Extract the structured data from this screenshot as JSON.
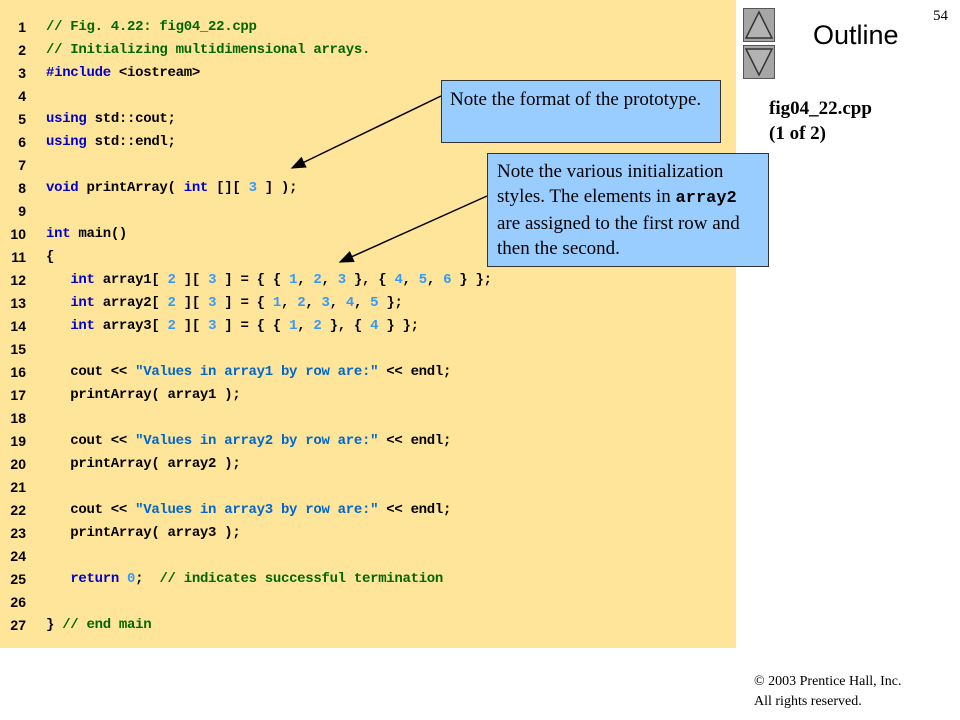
{
  "page_number": "54",
  "outline": {
    "title": "Outline",
    "up_icon": "triangle-up-icon",
    "down_icon": "triangle-down-icon"
  },
  "slide_label": {
    "file": "fig04_22.cpp",
    "part": "(1 of 2)"
  },
  "callouts": {
    "prototype": "Note the format of the prototype.",
    "init": {
      "before": "Note the various initialization styles. The elements in ",
      "code": "array2",
      "after": " are assigned to the first row and then the second."
    }
  },
  "copyright": {
    "line1": "© 2003 Prentice Hall, Inc.",
    "line2": "All rights reserved."
  },
  "code_lines": [
    {
      "n": "1",
      "tokens": [
        [
          "c",
          "// Fig. 4.22: fig04_22.cpp"
        ]
      ]
    },
    {
      "n": "2",
      "tokens": [
        [
          "c",
          "// Initializing multidimensional arrays."
        ]
      ]
    },
    {
      "n": "3",
      "tokens": [
        [
          "k",
          "#include"
        ],
        [
          "p",
          " <iostream>"
        ]
      ]
    },
    {
      "n": "4",
      "tokens": []
    },
    {
      "n": "5",
      "tokens": [
        [
          "k",
          "using"
        ],
        [
          "p",
          " std::cout;"
        ]
      ]
    },
    {
      "n": "6",
      "tokens": [
        [
          "k",
          "using"
        ],
        [
          "p",
          " std::endl;"
        ]
      ]
    },
    {
      "n": "7",
      "tokens": []
    },
    {
      "n": "8",
      "tokens": [
        [
          "k",
          "void"
        ],
        [
          "p",
          " printArray( "
        ],
        [
          "k",
          "int"
        ],
        [
          "p",
          " [][ "
        ],
        [
          "n",
          "3"
        ],
        [
          "p",
          " ] );"
        ]
      ]
    },
    {
      "n": "9",
      "tokens": []
    },
    {
      "n": "10",
      "tokens": [
        [
          "k",
          "int"
        ],
        [
          "p",
          " main()"
        ]
      ]
    },
    {
      "n": "11",
      "tokens": [
        [
          "p",
          "{"
        ]
      ]
    },
    {
      "n": "12",
      "tokens": [
        [
          "p",
          "   "
        ],
        [
          "k",
          "int"
        ],
        [
          "p",
          " array1[ "
        ],
        [
          "n",
          "2"
        ],
        [
          "p",
          " ][ "
        ],
        [
          "n",
          "3"
        ],
        [
          "p",
          " ] = { { "
        ],
        [
          "n",
          "1"
        ],
        [
          "p",
          ", "
        ],
        [
          "n",
          "2"
        ],
        [
          "p",
          ", "
        ],
        [
          "n",
          "3"
        ],
        [
          "p",
          " }, { "
        ],
        [
          "n",
          "4"
        ],
        [
          "p",
          ", "
        ],
        [
          "n",
          "5"
        ],
        [
          "p",
          ", "
        ],
        [
          "n",
          "6"
        ],
        [
          "p",
          " } };"
        ]
      ]
    },
    {
      "n": "13",
      "tokens": [
        [
          "p",
          "   "
        ],
        [
          "k",
          "int"
        ],
        [
          "p",
          " array2[ "
        ],
        [
          "n",
          "2"
        ],
        [
          "p",
          " ][ "
        ],
        [
          "n",
          "3"
        ],
        [
          "p",
          " ] = { "
        ],
        [
          "n",
          "1"
        ],
        [
          "p",
          ", "
        ],
        [
          "n",
          "2"
        ],
        [
          "p",
          ", "
        ],
        [
          "n",
          "3"
        ],
        [
          "p",
          ", "
        ],
        [
          "n",
          "4"
        ],
        [
          "p",
          ", "
        ],
        [
          "n",
          "5"
        ],
        [
          "p",
          " };"
        ]
      ]
    },
    {
      "n": "14",
      "tokens": [
        [
          "p",
          "   "
        ],
        [
          "k",
          "int"
        ],
        [
          "p",
          " array3[ "
        ],
        [
          "n",
          "2"
        ],
        [
          "p",
          " ][ "
        ],
        [
          "n",
          "3"
        ],
        [
          "p",
          " ] = { { "
        ],
        [
          "n",
          "1"
        ],
        [
          "p",
          ", "
        ],
        [
          "n",
          "2"
        ],
        [
          "p",
          " }, { "
        ],
        [
          "n",
          "4"
        ],
        [
          "p",
          " } };"
        ]
      ]
    },
    {
      "n": "15",
      "tokens": []
    },
    {
      "n": "16",
      "tokens": [
        [
          "p",
          "   cout << "
        ],
        [
          "s",
          "\"Values in array1 by row are:\""
        ],
        [
          "p",
          " << endl;"
        ]
      ]
    },
    {
      "n": "17",
      "tokens": [
        [
          "p",
          "   printArray( array1 );"
        ]
      ]
    },
    {
      "n": "18",
      "tokens": []
    },
    {
      "n": "19",
      "tokens": [
        [
          "p",
          "   cout << "
        ],
        [
          "s",
          "\"Values in array2 by row are:\""
        ],
        [
          "p",
          " << endl;"
        ]
      ]
    },
    {
      "n": "20",
      "tokens": [
        [
          "p",
          "   printArray( array2 );"
        ]
      ]
    },
    {
      "n": "21",
      "tokens": []
    },
    {
      "n": "22",
      "tokens": [
        [
          "p",
          "   cout << "
        ],
        [
          "s",
          "\"Values in array3 by row are:\""
        ],
        [
          "p",
          " << endl;"
        ]
      ]
    },
    {
      "n": "23",
      "tokens": [
        [
          "p",
          "   printArray( array3 );"
        ]
      ]
    },
    {
      "n": "24",
      "tokens": []
    },
    {
      "n": "25",
      "tokens": [
        [
          "p",
          "   "
        ],
        [
          "k",
          "return"
        ],
        [
          "p",
          " "
        ],
        [
          "n",
          "0"
        ],
        [
          "p",
          ";  "
        ],
        [
          "c",
          "// indicates successful termination"
        ]
      ]
    },
    {
      "n": "26",
      "tokens": []
    },
    {
      "n": "27",
      "tokens": [
        [
          "p",
          "} "
        ],
        [
          "c",
          "// end main"
        ]
      ]
    }
  ]
}
